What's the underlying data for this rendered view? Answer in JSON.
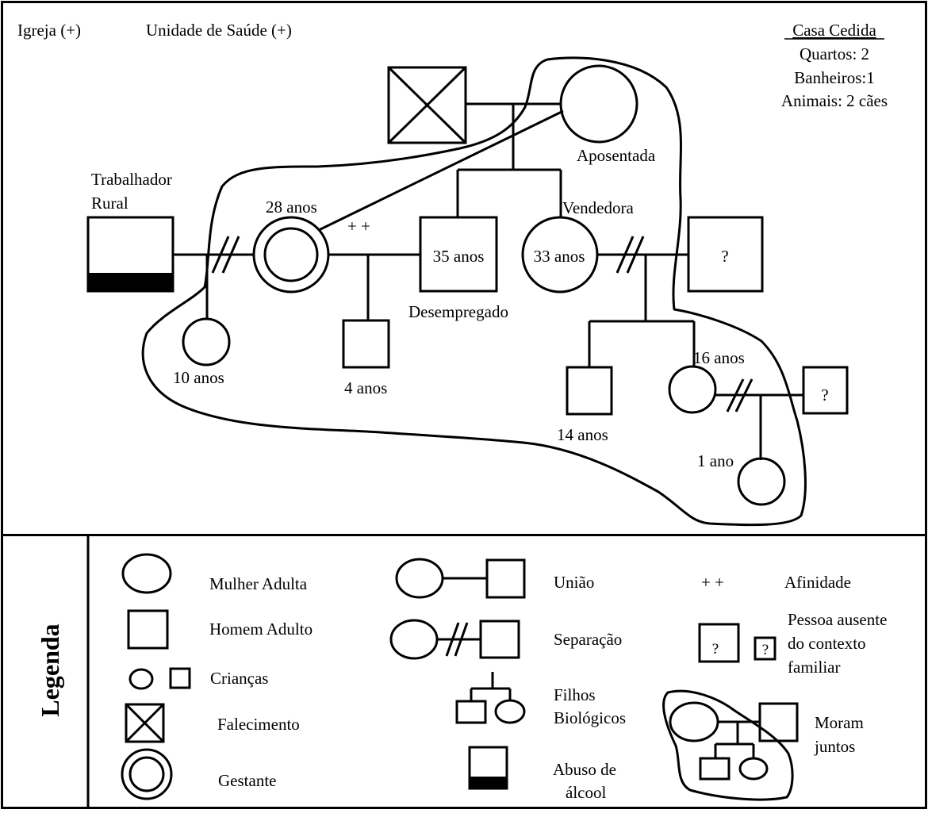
{
  "genogram": {
    "header": {
      "church": "Igreja (+)",
      "health_unit": "Unidade de Saúde (+)",
      "housing_title": "Casa Cedida",
      "rooms": "Quartos: 2",
      "bathrooms": "Banheiros:1",
      "animals": "Animais: 2 cães"
    },
    "people": {
      "grandmother_label": "Aposentada",
      "rural_worker_label_1": "Trabalhador",
      "rural_worker_label_2": "Rural",
      "pregnant_woman_age": "28  anos",
      "affinity_mark": "+ +",
      "man_35_age": "35 anos",
      "man_35_label": "Desempregado",
      "woman_33_age": "33 anos",
      "woman_33_label": "Vendedora",
      "absent_partner_mark": "?",
      "girl_10_age": "10 anos",
      "boy_4_age": "4 anos",
      "boy_14_age": "14 anos",
      "girl_16_age": "16 anos",
      "absent_partner_2_mark": "?",
      "baby_age": "1 ano"
    }
  },
  "legend": {
    "title": "Legenda",
    "adult_woman": "Mulher Adulta",
    "adult_man": "Homem Adulto",
    "children": "Crianças",
    "death": "Falecimento",
    "pregnant": "Gestante",
    "union": "União",
    "separation": "Separação",
    "biological_children_1": "Filhos",
    "biological_children_2": "Biológicos",
    "alcohol_abuse_1": "Abuso de",
    "alcohol_abuse_2": "álcool",
    "affinity_mark": "+ +",
    "affinity": "Afinidade",
    "absent_mark": "?",
    "absent_1": "Pessoa ausente",
    "absent_2": "do contexto",
    "absent_3": "familiar",
    "live_together_1": "Moram",
    "live_together_2": "juntos"
  }
}
